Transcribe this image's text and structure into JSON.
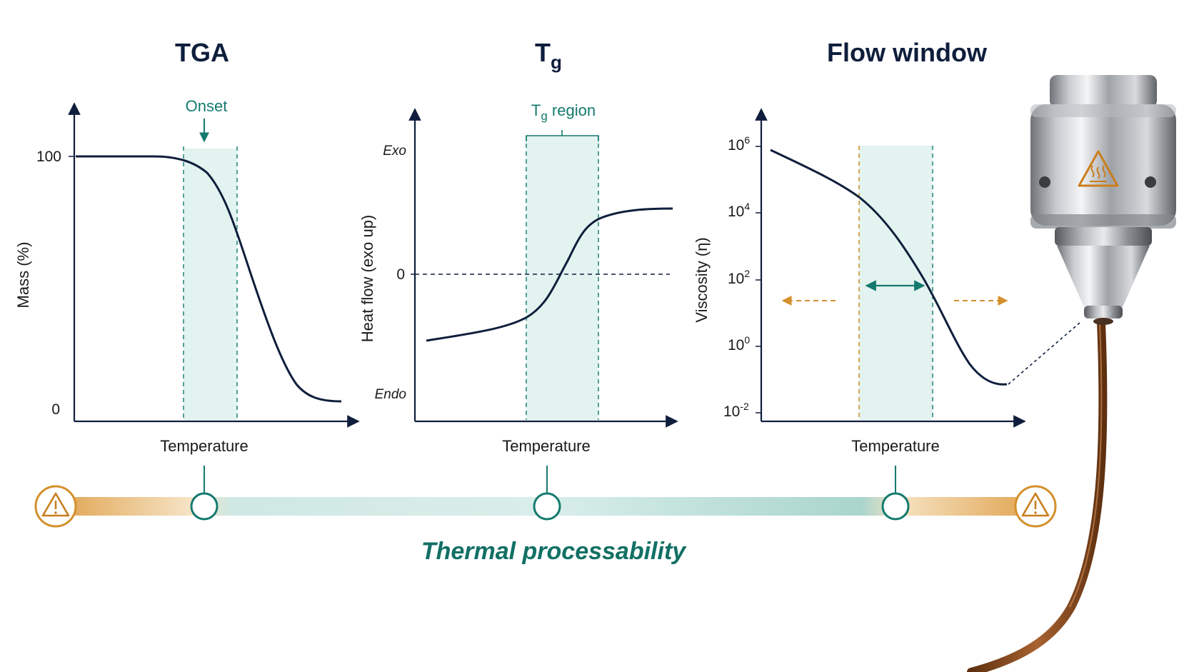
{
  "panels": {
    "tga": {
      "title": "TGA",
      "ylabel": "Mass (%)",
      "xlabel": "Temperature",
      "ytick_top": "100",
      "ytick_bottom": "0",
      "annotation": "Onset"
    },
    "tg": {
      "title_main": "T",
      "title_sub": "g",
      "ylabel": "Heat flow (exo up)",
      "xlabel": "Temperature",
      "ytick_top": "Exo",
      "ytick_mid": "0",
      "ytick_bottom": "Endo",
      "annotation_main": "T",
      "annotation_sub": "g",
      "annotation_rest": " region"
    },
    "flow": {
      "title": "Flow window",
      "ylabel": "Viscosity (η)",
      "xlabel": "Temperature",
      "ticks": [
        {
          "base": "10",
          "exp": "6"
        },
        {
          "base": "10",
          "exp": "4"
        },
        {
          "base": "10",
          "exp": "2"
        },
        {
          "base": "10",
          "exp": "0"
        },
        {
          "base": "10",
          "exp": "-2"
        }
      ]
    }
  },
  "banner": {
    "text": "Thermal processability"
  },
  "colors": {
    "navy": "#0f1e3c",
    "teal": "#147a6e",
    "teal_fill": "#dff1ee",
    "orange": "#d4902c",
    "filament": "#8a4a1f"
  },
  "icons": [
    "warning-icon",
    "heat-warning-icon"
  ]
}
